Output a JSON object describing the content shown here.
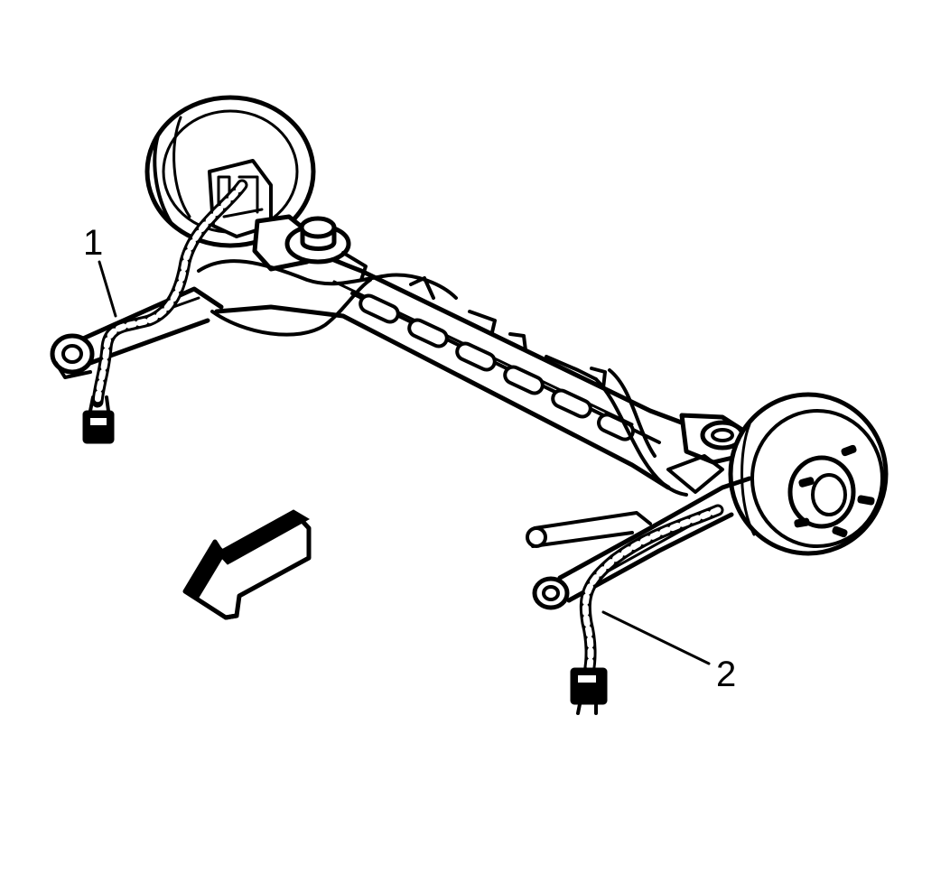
{
  "diagram": {
    "callouts": [
      {
        "id": "1",
        "label": "1"
      },
      {
        "id": "2",
        "label": "2"
      }
    ],
    "line_color": "#000000",
    "background_color": "#ffffff"
  }
}
